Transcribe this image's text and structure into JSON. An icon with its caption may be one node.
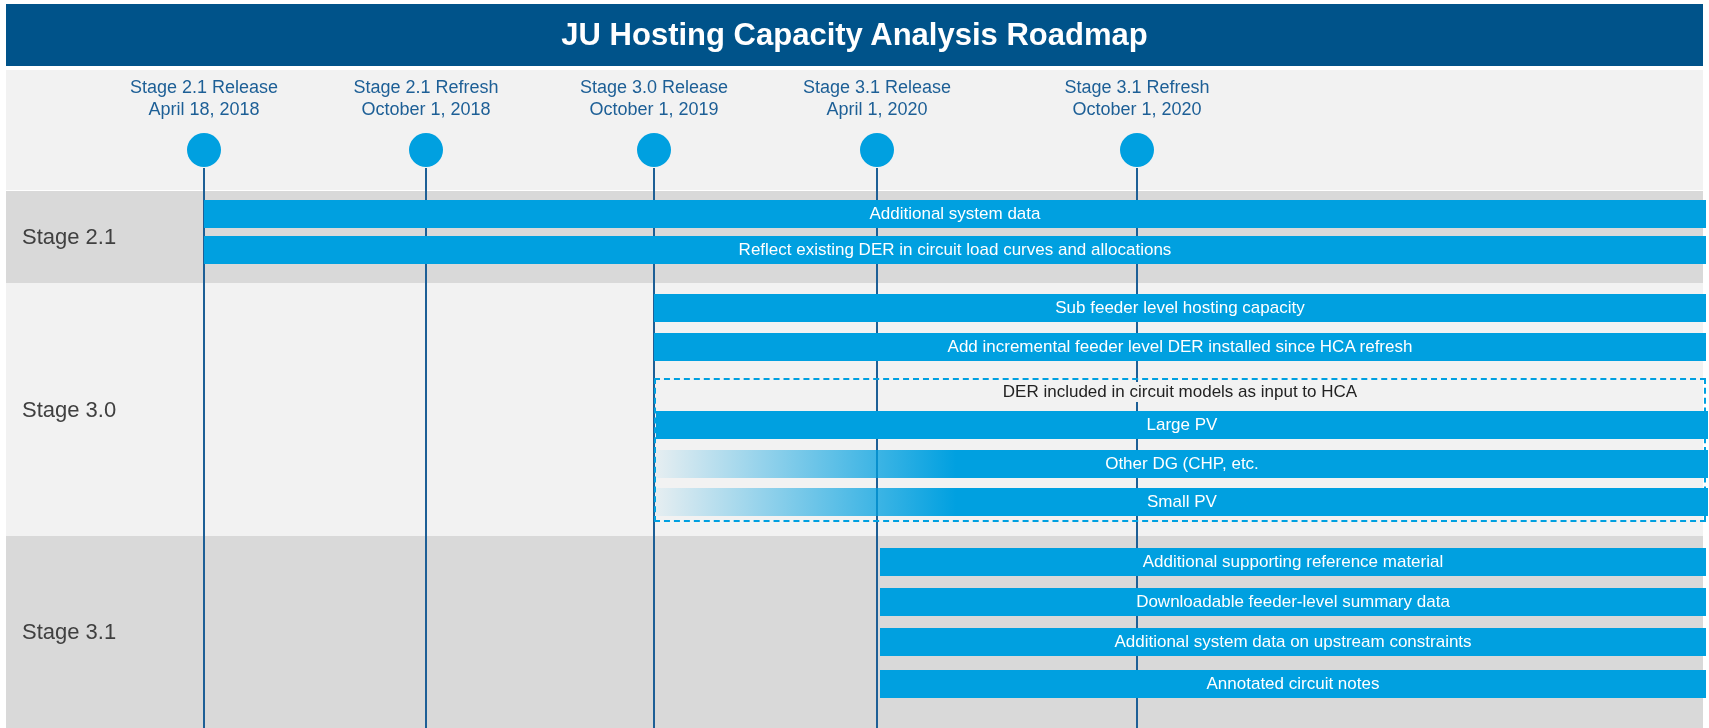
{
  "diagram": {
    "title": "JU Hosting Capacity Analysis Roadmap",
    "nodes": [
      {
        "text": [
          "Stage 2.1 Release",
          "April 18, 2018"
        ]
      },
      {
        "text": [
          "Stage 2.1 Refresh",
          "October 1, 2018"
        ]
      },
      {
        "text": [
          "Stage 3.0 Release",
          "October 1, 2019"
        ]
      },
      {
        "text": [
          "Stage 3.1 Release",
          "April 1, 2020"
        ]
      },
      {
        "text": [
          "Stage 3.1 Refresh",
          "October 1, 2020"
        ]
      },
      {
        "text": [
          "Stage 2.1"
        ]
      },
      {
        "text": [
          "Additional system data"
        ],
        "in": 5
      },
      {
        "text": [
          "Reflect existing DER in circuit load curves and allocations"
        ],
        "in": 5
      },
      {
        "text": [
          "Stage 3.0"
        ]
      },
      {
        "text": [
          "Sub feeder level hosting capacity"
        ],
        "in": 8
      },
      {
        "text": [
          "Add incremental feeder level DER installed since HCA refresh"
        ],
        "in": 8
      },
      {
        "text": [
          "DER included in circuit models as input to HCA"
        ],
        "in": 8
      },
      {
        "text": [
          "Large PV"
        ],
        "in": 11
      },
      {
        "text": [
          "Other DG (CHP, etc."
        ],
        "in": 11
      },
      {
        "text": [
          "Small PV"
        ],
        "in": 11
      },
      {
        "text": [
          "Stage 3.1"
        ]
      },
      {
        "text": [
          "Additional supporting reference material"
        ],
        "in": 15
      },
      {
        "text": [
          "Downloadable feeder-level summary data"
        ],
        "in": 15
      },
      {
        "text": [
          "Additional system data on upstream constraints"
        ],
        "in": 15
      },
      {
        "text": [
          "Annotated circuit notes"
        ],
        "in": 15
      }
    ]
  }
}
